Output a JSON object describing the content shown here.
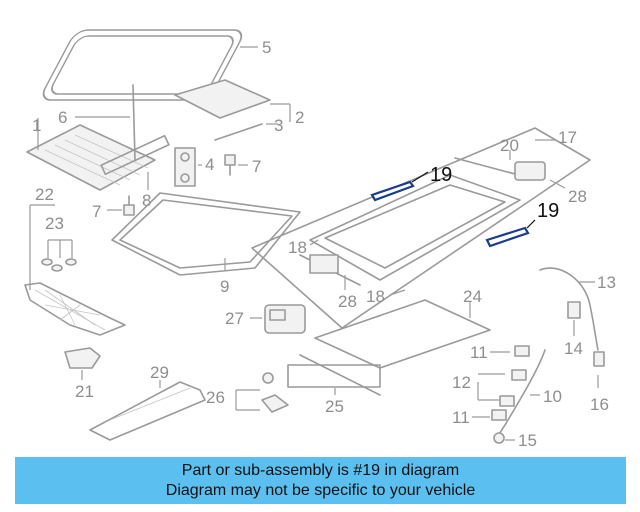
{
  "diagram": {
    "callouts": {
      "c1": "1",
      "c2": "2",
      "c3": "3",
      "c4": "4",
      "c5": "5",
      "c6": "6",
      "c7a": "7",
      "c7b": "7",
      "c8": "8",
      "c9": "9",
      "c10": "10",
      "c11a": "11",
      "c11b": "11",
      "c12": "12",
      "c13": "13",
      "c14": "14",
      "c15": "15",
      "c16": "16",
      "c17": "17",
      "c18a": "18",
      "c18b": "18",
      "c19a": "19",
      "c19b": "19",
      "c20": "20",
      "c21": "21",
      "c22": "22",
      "c23": "23",
      "c24": "24",
      "c25": "25",
      "c26": "26",
      "c27": "27",
      "c28a": "28",
      "c28b": "28",
      "c29": "29"
    },
    "highlighted_part": "19"
  },
  "banner": {
    "line1": "Part or sub-assembly is #19 in diagram",
    "line2": "Diagram may not be specific to your vehicle"
  },
  "colors": {
    "banner_bg": "#5bc0f0",
    "part_stroke": "#9a9a9a",
    "highlight_stroke": "#1a3c8a"
  }
}
